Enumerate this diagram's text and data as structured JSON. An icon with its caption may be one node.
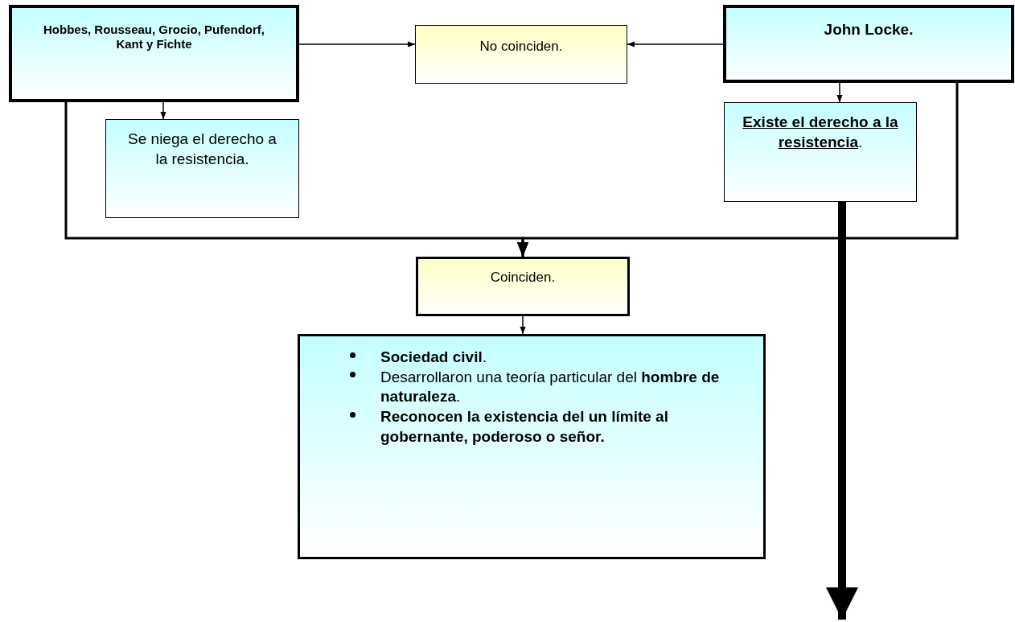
{
  "diagram": {
    "nodes": [
      {
        "text": [
          "Hobbes, Rousseau, Grocio, Pufendorf, Kant y Fichte"
        ]
      },
      {
        "text": [
          "No coinciden."
        ]
      },
      {
        "text": [
          "John Locke."
        ]
      },
      {
        "text": [
          "Se niega el derecho a la resistencia."
        ]
      },
      {
        "text": [
          "**Existe el derecho a la resistencia**."
        ]
      },
      {
        "text": [
          "Coinciden."
        ]
      },
      {
        "text": [
          "**Sociedad civil**.",
          "Desarrollaron una teoría particular del **hombre de naturaleza**.",
          "Reconocen la existencia del un límite al gobernante, poderoso o señor."
        ]
      }
    ],
    "edges": [
      {
        "from": 0,
        "to": 1,
        "arrow": "to"
      },
      {
        "from": 2,
        "to": 1,
        "arrow": "to"
      },
      {
        "from": 0,
        "to": 3,
        "arrow": "to"
      },
      {
        "from": 2,
        "to": 4,
        "arrow": "to"
      },
      {
        "from": 0,
        "to": 5,
        "arrow": "to"
      },
      {
        "from": 2,
        "to": 5,
        "arrow": "to"
      },
      {
        "from": 5,
        "to": 6,
        "arrow": "to"
      },
      {
        "from": 4,
        "to": null,
        "arrow": "to",
        "style": "thick"
      }
    ]
  }
}
